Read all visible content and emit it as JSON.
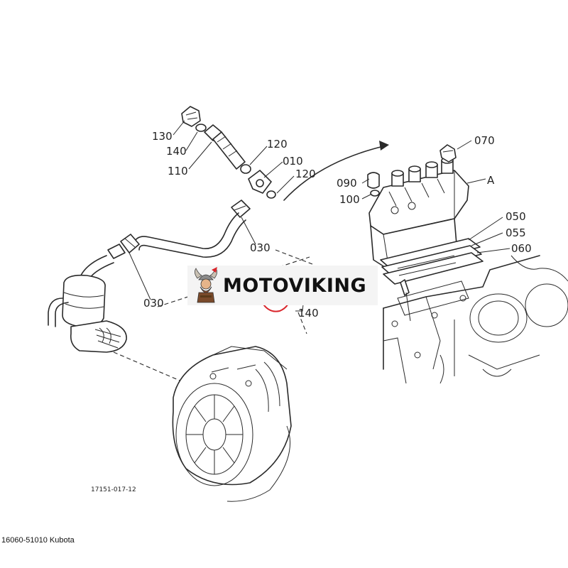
{
  "diagram": {
    "callouts": {
      "c130": "130",
      "c140_top": "140",
      "c110": "110",
      "c120_top": "120",
      "c010": "010",
      "c120_mid": "120",
      "c070": "070",
      "cA": "A",
      "c090": "090",
      "c100": "100",
      "c050": "050",
      "c055": "055",
      "c060": "060",
      "c030_right": "030",
      "c030_left": "030",
      "c140_bottom": "140"
    },
    "figure_number": "17151-017-12"
  },
  "watermark": {
    "brand": "MOTOVIKING",
    "accent_color": "#d9252b"
  },
  "caption": "16060-51010 Kubota"
}
